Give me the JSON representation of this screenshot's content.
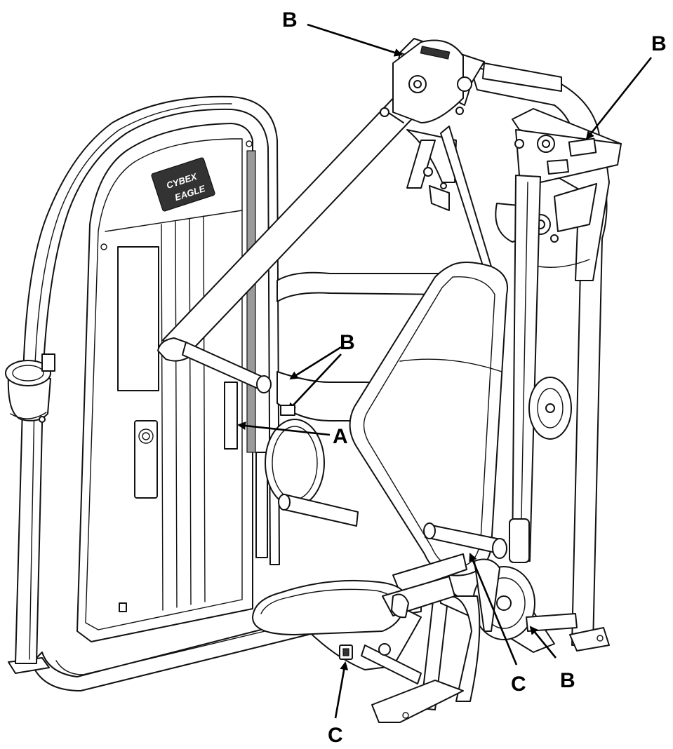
{
  "callouts": {
    "b_top_left": "B",
    "b_top_right": "B",
    "b_middle": "B",
    "a_left": "A",
    "b_lower_right": "B",
    "c_middle": "C",
    "c_bottom": "C"
  },
  "logo": {
    "text_top": "CYBEX",
    "text_bottom": "EAGLE"
  }
}
